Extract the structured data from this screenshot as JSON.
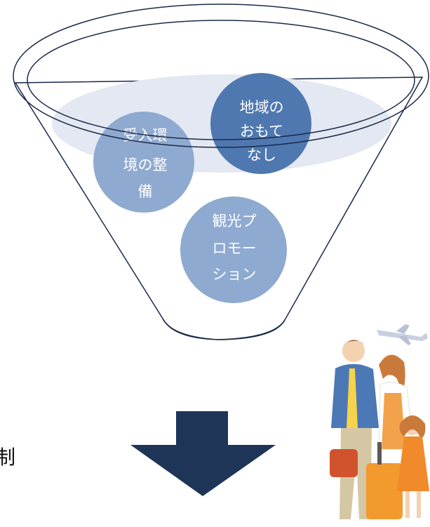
{
  "funnel": {
    "circles": [
      {
        "id": "accept",
        "lines": [
          "受入環",
          "境の整",
          "備"
        ],
        "color": "#8faad0"
      },
      {
        "id": "hospitality",
        "lines": [
          "地域の",
          "おもて",
          "なし"
        ],
        "color": "#4f78b0"
      },
      {
        "id": "promotion",
        "lines": [
          "観光プ",
          "ロモー",
          "ション"
        ],
        "color": "#8faad0"
      }
    ]
  },
  "edge_text": "制",
  "colors": {
    "funnel_outline": "#1b2a4a",
    "funnel_fill": "#ffffff",
    "inner_band": "#e3e8f2",
    "arrow": "#1e3557"
  },
  "icons": {
    "arrow": "down-arrow-icon",
    "illustration": "travel-family-illustration"
  }
}
